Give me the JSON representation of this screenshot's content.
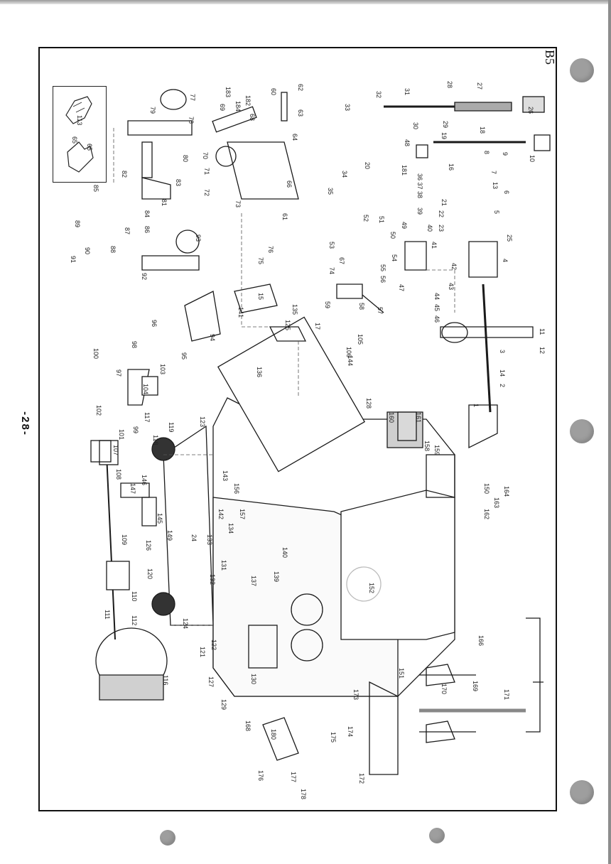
{
  "page": {
    "doc_code": "B5",
    "page_number": "-28-"
  },
  "inset": {
    "parts": [
      "113",
      "65"
    ]
  },
  "part_labels": [
    "1",
    "2",
    "3",
    "4",
    "5",
    "6",
    "7",
    "8",
    "9",
    "10",
    "11",
    "12",
    "13",
    "14",
    "15",
    "16",
    "17",
    "18",
    "19",
    "20",
    "21",
    "22",
    "23",
    "24",
    "25",
    "26",
    "27",
    "28",
    "29",
    "30",
    "31",
    "32",
    "33",
    "34",
    "35",
    "36 37 38",
    "39",
    "40",
    "41",
    "42",
    "43",
    "44",
    "45",
    "46",
    "47",
    "48",
    "49",
    "50",
    "51",
    "52",
    "53",
    "54",
    "55",
    "56",
    "57",
    "58",
    "59",
    "60",
    "61",
    "62",
    "63",
    "64",
    "65",
    "66",
    "67",
    "68",
    "69",
    "70",
    "71",
    "72",
    "73",
    "74",
    "75",
    "76",
    "77",
    "78",
    "79",
    "80",
    "81",
    "82",
    "83",
    "84",
    "85",
    "86",
    "87",
    "88",
    "89",
    "90",
    "91",
    "92",
    "93",
    "94",
    "95",
    "96",
    "97",
    "98",
    "99",
    "100",
    "101",
    "102",
    "103",
    "104",
    "105",
    "106",
    "107",
    "108",
    "109",
    "110",
    "111",
    "112",
    "116",
    "117",
    "118",
    "119",
    "120",
    "121",
    "122",
    "123",
    "124",
    "125",
    "126",
    "127",
    "128",
    "129",
    "130",
    "131",
    "132",
    "133",
    "134",
    "135",
    "136",
    "137",
    "139",
    "140",
    "141",
    "142",
    "143",
    "144",
    "145",
    "146",
    "147",
    "149",
    "150",
    "151",
    "152",
    "156",
    "157",
    "158",
    "159",
    "160",
    "161",
    "162",
    "163",
    "164",
    "166",
    "168",
    "169",
    "170",
    "171",
    "172",
    "173",
    "174",
    "175",
    "176",
    "177",
    "178",
    "180",
    "181",
    "182",
    "183",
    "184"
  ],
  "colors": {
    "hole": "#9e9e9e",
    "line": "#1a1a1a",
    "shade": "#cfcfcf"
  }
}
